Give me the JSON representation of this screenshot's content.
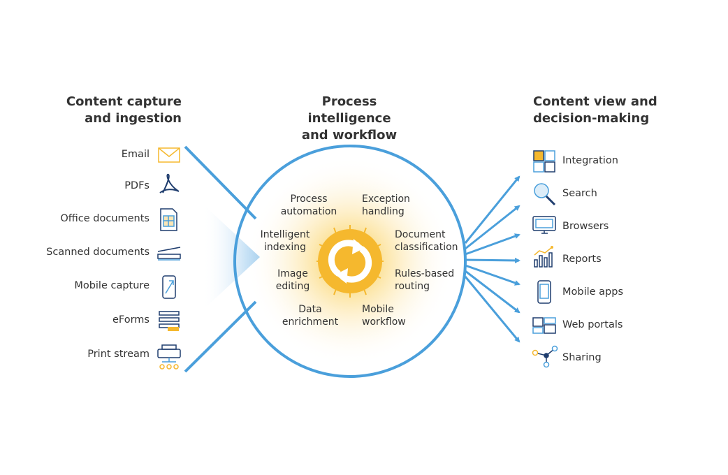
{
  "headings": {
    "capture": [
      "Content capture",
      "and ingestion"
    ],
    "process": [
      "Process intelligence",
      "and workflow"
    ],
    "view": [
      "Content view and",
      "decision-making"
    ]
  },
  "inputs": [
    {
      "label": "Email",
      "icon": "email-icon"
    },
    {
      "label": "PDFs",
      "icon": "pdf-icon"
    },
    {
      "label": "Office documents",
      "icon": "office-document-icon"
    },
    {
      "label": "Scanned documents",
      "icon": "scanner-icon"
    },
    {
      "label": "Mobile capture",
      "icon": "mobile-capture-icon"
    },
    {
      "label": "eForms",
      "icon": "eforms-icon"
    },
    {
      "label": "Print stream",
      "icon": "printer-icon"
    }
  ],
  "process_steps": [
    [
      "Process",
      "automation"
    ],
    [
      "Exception",
      "handling"
    ],
    [
      "Intelligent",
      "indexing"
    ],
    [
      "Document",
      "classification"
    ],
    [
      "Image",
      "editing"
    ],
    [
      "Rules-based",
      "routing"
    ],
    [
      "Data",
      "enrichment"
    ],
    [
      "Mobile",
      "workflow"
    ]
  ],
  "outputs": [
    {
      "label": "Integration",
      "icon": "puzzle-icon"
    },
    {
      "label": "Search",
      "icon": "magnifier-icon"
    },
    {
      "label": "Browsers",
      "icon": "monitor-icon"
    },
    {
      "label": "Reports",
      "icon": "bar-chart-icon"
    },
    {
      "label": "Mobile apps",
      "icon": "smartphone-icon"
    },
    {
      "label": "Web portals",
      "icon": "web-portal-icon"
    },
    {
      "label": "Sharing",
      "icon": "share-icon"
    }
  ],
  "colors": {
    "blue": "#4a9fdb",
    "navy": "#1f3d6e",
    "gold": "#f5b82e",
    "text": "#333333"
  },
  "center_icon": "refresh-cycle-icon"
}
